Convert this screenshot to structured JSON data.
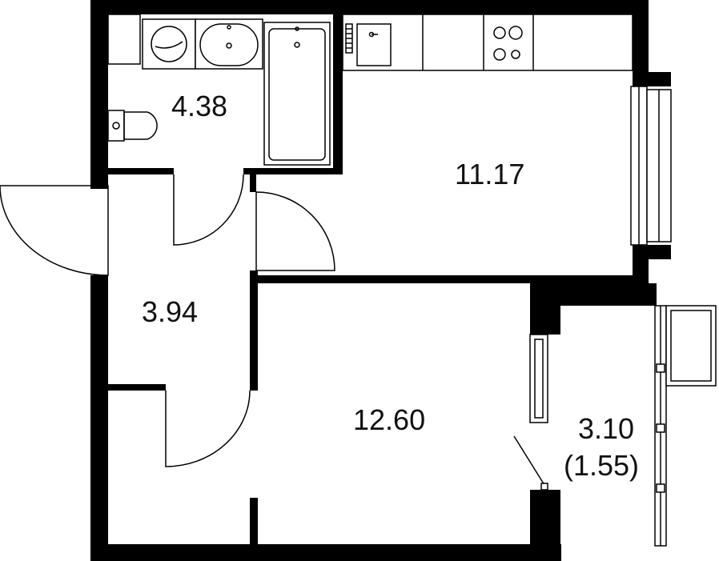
{
  "rooms": {
    "bathroom": {
      "area": "4.38"
    },
    "kitchen_living": {
      "area": "11.17"
    },
    "hallway": {
      "area": "3.94"
    },
    "bedroom": {
      "area": "12.60"
    },
    "balcony": {
      "area": "3.10",
      "area_reduced": "(1.55)"
    }
  },
  "colors": {
    "wall": "#000000",
    "background": "#ffffff"
  }
}
